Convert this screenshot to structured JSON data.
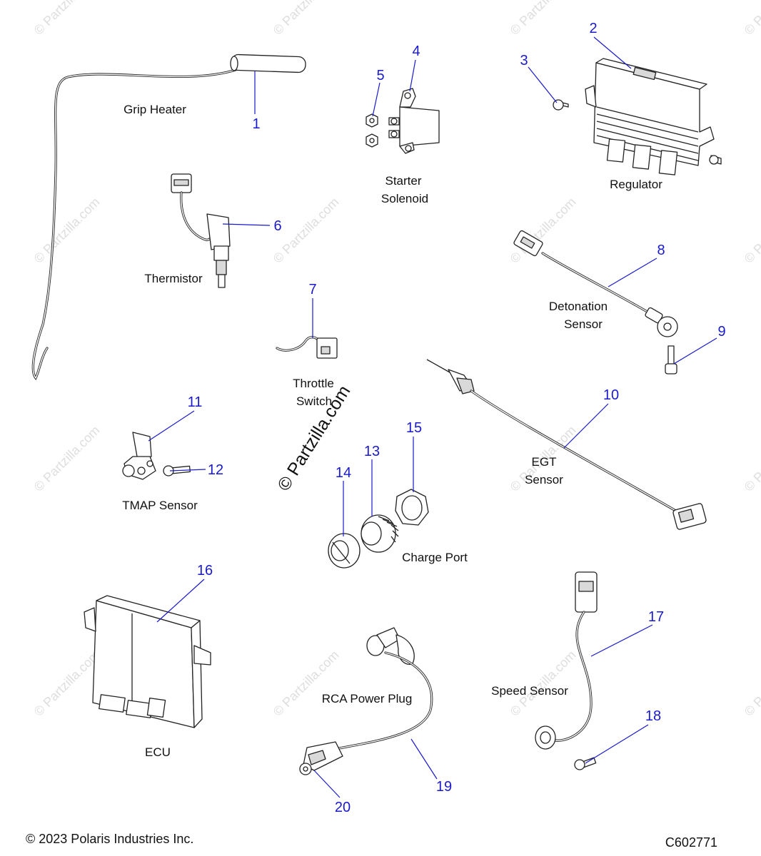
{
  "watermark": {
    "text": "© Partzilla.com",
    "center_text": "© Partzilla.com"
  },
  "parts": [
    {
      "num": "1",
      "label": "Grip Heater"
    },
    {
      "num": "2",
      "label": "Regulator"
    },
    {
      "num": "3"
    },
    {
      "num": "4",
      "label_lines": [
        "Starter",
        "Solenoid"
      ]
    },
    {
      "num": "5"
    },
    {
      "num": "6",
      "label": "Thermistor"
    },
    {
      "num": "7",
      "label_lines": [
        "Throttle",
        "Switch"
      ]
    },
    {
      "num": "8",
      "label_lines": [
        "Detonation",
        "Sensor"
      ]
    },
    {
      "num": "9"
    },
    {
      "num": "10",
      "label_lines": [
        "EGT",
        "Sensor"
      ]
    },
    {
      "num": "11",
      "label": "TMAP Sensor"
    },
    {
      "num": "12"
    },
    {
      "num": "13",
      "label": "Charge Port"
    },
    {
      "num": "14"
    },
    {
      "num": "15"
    },
    {
      "num": "16",
      "label": "ECU"
    },
    {
      "num": "17",
      "label": "Speed Sensor"
    },
    {
      "num": "18"
    },
    {
      "num": "19",
      "label": "RCA Power Plug"
    },
    {
      "num": "20"
    }
  ],
  "footer": {
    "copyright": "© 2023 Polaris Industries Inc.",
    "code": "C602771"
  }
}
